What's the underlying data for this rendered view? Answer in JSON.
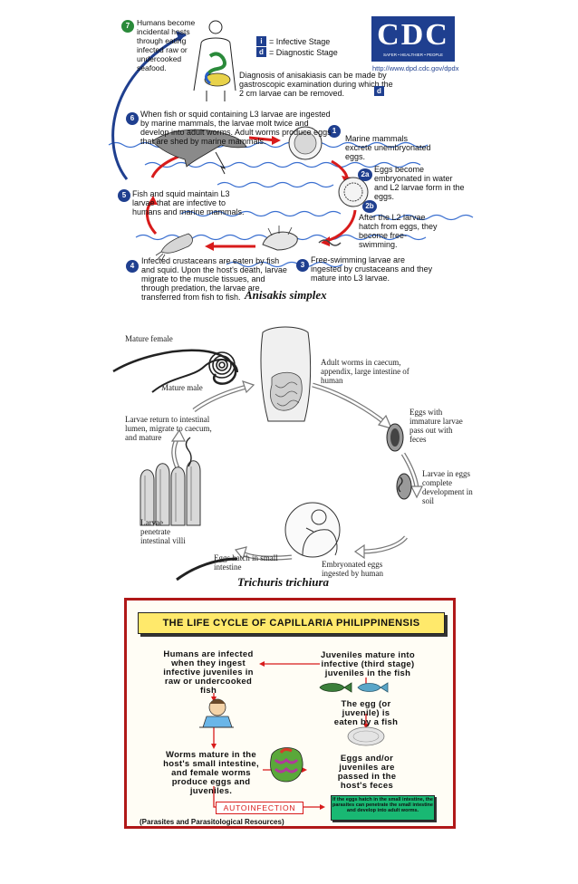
{
  "anisakis": {
    "caption": "Anisakis simplex",
    "stage7_text": "Humans become incidental hosts through eating infected raw or undercooked seafood.",
    "legend_infective": "= Infective Stage",
    "legend_diagnostic": "= Diagnostic Stage",
    "cdc_logo": "CDC",
    "cdc_tagline": "SAFER • HEALTHIER • PEOPLE",
    "cdc_url": "http://www.dpd.cdc.gov/dpdx",
    "diagnosis_text": "Diagnosis of anisakiasis can be made by gastroscopic examination during which the 2 cm larvae can be removed.",
    "stage6_text": "When fish or squid containing L3 larvae are ingested by marine mammals, the larvae molt twice and develop into adult worms. Adult worms produce eggs that are shed by marine mammals.",
    "stage1_text": "Marine mammals excrete unembryonated eggs.",
    "stage2a_text": "Eggs become embryonated in water and L2 larvae form in the eggs.",
    "stage2b_text": "After the L2 larvae hatch from eggs, they become free-swimming.",
    "stage5_text": "Fish and squid maintain L3 larvae that are infective to humans and marine mammals.",
    "stage4_text": "Infected crustaceans are eaten by fish and squid. Upon the host's death, larvae migrate to the muscle tissues, and through predation, the larvae are transferred from fish to fish.",
    "stage3_text": "Free-swimming larvae are ingested by crustaceans and they mature into L3 larvae.",
    "badges": {
      "b1": "1",
      "b2a": "2a",
      "b2b": "2b",
      "b3": "3",
      "b4": "4",
      "b5": "5",
      "b6": "6",
      "b7": "7",
      "bi": "i",
      "bd": "d"
    }
  },
  "trichuris": {
    "caption": "Trichuris trichiura",
    "mature_female": "Mature female",
    "mature_male": "Mature male",
    "adult_worms": "Adult worms in caecum, appendix, large intestine of human",
    "eggs_immature": "Eggs with immature larvae pass out with feces",
    "larvae_eggs": "Larvae in eggs complete development in soil",
    "embryonated": "Embryonated eggs ingested by human",
    "eggs_hatch": "Eggs hatch in small intestine",
    "larvae_penetrate": "Larvae penetrate intestinal villi",
    "larvae_return": "Larvae return to intestinal lumen, migrate to caecum, and mature"
  },
  "capillaria": {
    "title": "THE LIFE CYCLE OF CAPILLARIA PHILIPPINENSIS",
    "humans_infected": "Humans are infected when they ingest infective juveniles in raw or undercooked fish",
    "juveniles_mature": "Juveniles mature into infective (third stage) juveniles in the fish",
    "egg_eaten": "The egg (or juvenile) is eaten by a fish",
    "worms_mature": "Worms mature in the host's small intestine, and female worms produce eggs and juveniles.",
    "eggs_passed": "Eggs and/or juveniles are passed in the host's feces",
    "autoinfection": "AUTOINFECTION",
    "autoinfection_note": "If the eggs hatch in the small intestine, the parasites can penetrate the small intestine and develop into adult worms.",
    "source": "(Parasites and Parasitological Resources)"
  },
  "colors": {
    "cdc_blue": "#1f3f8f",
    "arrow_red": "#d81b1b",
    "wave_blue": "#3a6fd0",
    "frame_red": "#b01818",
    "autoinf_green": "#19b873"
  }
}
